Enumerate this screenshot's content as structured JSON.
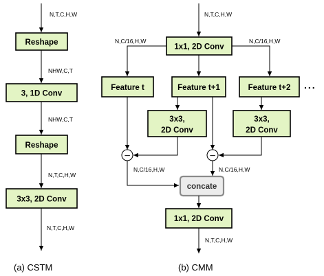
{
  "cstm": {
    "input_label": "N,T,C,H,W",
    "reshape1": "Reshape",
    "edge1": "NHW,C,T",
    "conv1d": "3,  1D Conv",
    "edge2": "NHW,C,T",
    "reshape2": "Reshape",
    "edge3": "N,T,C,H,W",
    "conv2d": "3x3,  2D Conv",
    "output_label": "N,T,C,H,W",
    "caption": "(a) CSTM"
  },
  "cmm": {
    "input_label": "N,T,C,H,W",
    "conv_top": "1x1, 2D Conv",
    "edge_left": "N,C/16,H,W",
    "edge_right": "N,C/16,H,W",
    "feature_t": "Feature t",
    "feature_t1": "Feature t+1",
    "feature_t2": "Feature t+2",
    "ellipsis": "...",
    "conv_a_line1": "3x3,",
    "conv_a_line2": "2D Conv",
    "conv_b_line1": "3x3,",
    "conv_b_line2": "2D Conv",
    "minus_symbol": "−",
    "edge_sub1": "N,C/16,H,W",
    "edge_sub2": "N,C/16,H,W",
    "concat": "concate",
    "conv_bottom": "1x1, 2D Conv",
    "output_label": "N,T,C,H,W",
    "caption": "(b) CMM"
  },
  "colors": {
    "box_fill": "#e3f4c4",
    "concat_fill": "#ececec",
    "concat_stroke": "#8a8a8a"
  }
}
